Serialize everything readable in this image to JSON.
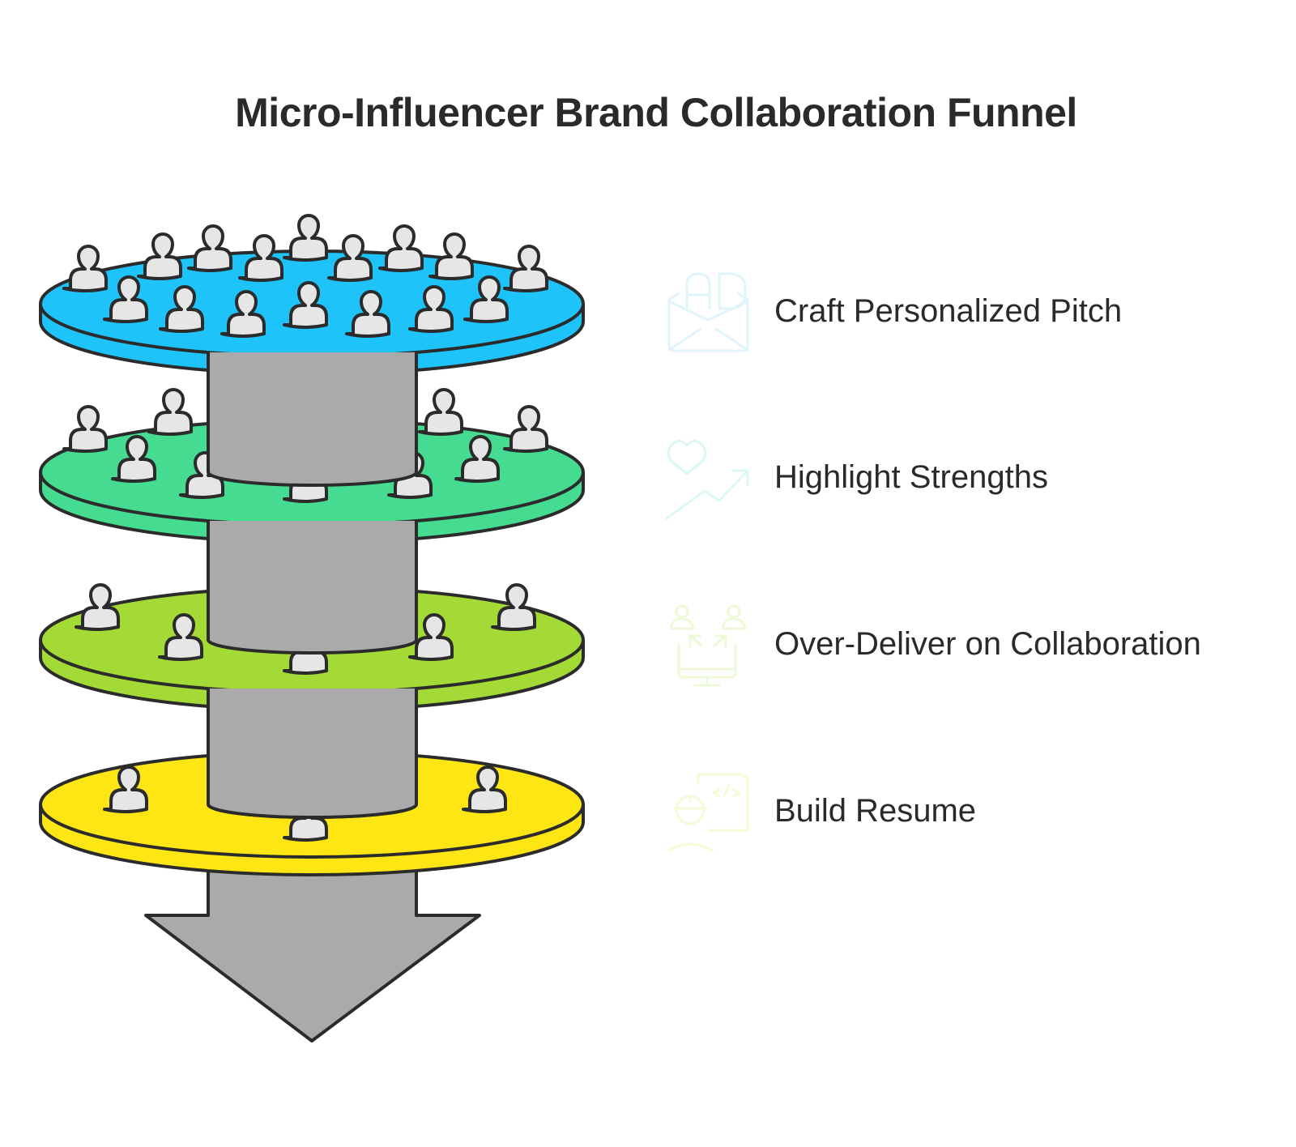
{
  "title": "Micro-Influencer Brand Collaboration Funnel",
  "stages": [
    {
      "label": "Craft Personalized Pitch",
      "icon": "ad-envelope-icon",
      "color": "#1ec3fa",
      "icon_color": "#dff4fb"
    },
    {
      "label": "Highlight Strengths",
      "icon": "heart-trend-icon",
      "color": "#45dc92",
      "icon_color": "#dcfaec"
    },
    {
      "label": "Over-Deliver on Collaboration",
      "icon": "people-monitor-icon",
      "color": "#a3da36",
      "icon_color": "#eef9d8"
    },
    {
      "label": "Build Resume",
      "icon": "developer-code-icon",
      "color": "#fde613",
      "icon_color": "#f5fbd6"
    }
  ],
  "colors": {
    "column": "#aaaaaa",
    "stroke": "#2b2b2b",
    "person": "#e6e6e6",
    "text": "#2a2a2a"
  }
}
